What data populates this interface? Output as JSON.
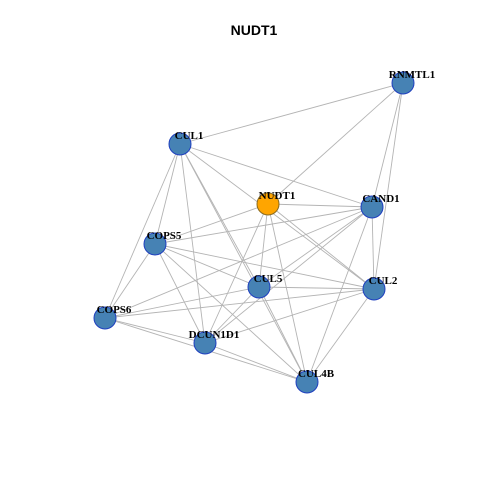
{
  "title": "NUDT1",
  "colors": {
    "background": "#ffffff",
    "edge": "#b4b4b4",
    "node_fill": "#4682b4",
    "node_stroke": "#1f3fbf",
    "center_fill": "#ffa500",
    "center_stroke": "#8a6a1f",
    "label": "#000000"
  },
  "nodes": [
    {
      "id": "RNMTL1",
      "label": "RNMTL1",
      "center": false
    },
    {
      "id": "CUL1",
      "label": "CUL1",
      "center": false
    },
    {
      "id": "NUDT1",
      "label": "NUDT1",
      "center": true
    },
    {
      "id": "CAND1",
      "label": "CAND1",
      "center": false
    },
    {
      "id": "COPS5",
      "label": "COPS5",
      "center": false
    },
    {
      "id": "CUL5",
      "label": "CUL5",
      "center": false
    },
    {
      "id": "CUL2",
      "label": "CUL2",
      "center": false
    },
    {
      "id": "COPS6",
      "label": "COPS6",
      "center": false
    },
    {
      "id": "DCUN1D1",
      "label": "DCUN1D1",
      "center": false
    },
    {
      "id": "CUL4B",
      "label": "CUL4B",
      "center": false
    }
  ],
  "edges": [
    [
      "RNMTL1",
      "CUL1"
    ],
    [
      "RNMTL1",
      "NUDT1"
    ],
    [
      "RNMTL1",
      "CAND1"
    ],
    [
      "RNMTL1",
      "CUL2"
    ],
    [
      "CUL1",
      "CAND1"
    ],
    [
      "CUL1",
      "CUL2"
    ],
    [
      "CUL1",
      "COPS5"
    ],
    [
      "CUL1",
      "COPS6"
    ],
    [
      "CUL1",
      "DCUN1D1"
    ],
    [
      "CUL1",
      "CUL5"
    ],
    [
      "CUL1",
      "CUL4B"
    ],
    [
      "NUDT1",
      "CAND1"
    ],
    [
      "NUDT1",
      "COPS5"
    ],
    [
      "NUDT1",
      "CUL5"
    ],
    [
      "NUDT1",
      "CUL2"
    ],
    [
      "NUDT1",
      "DCUN1D1"
    ],
    [
      "NUDT1",
      "CUL4B"
    ],
    [
      "CAND1",
      "COPS5"
    ],
    [
      "CAND1",
      "CUL5"
    ],
    [
      "CAND1",
      "CUL2"
    ],
    [
      "CAND1",
      "COPS6"
    ],
    [
      "CAND1",
      "DCUN1D1"
    ],
    [
      "CAND1",
      "CUL4B"
    ],
    [
      "COPS5",
      "CUL5"
    ],
    [
      "COPS5",
      "CUL2"
    ],
    [
      "COPS5",
      "COPS6"
    ],
    [
      "COPS5",
      "DCUN1D1"
    ],
    [
      "COPS5",
      "CUL4B"
    ],
    [
      "CUL5",
      "CUL2"
    ],
    [
      "CUL5",
      "COPS6"
    ],
    [
      "CUL5",
      "DCUN1D1"
    ],
    [
      "CUL5",
      "CUL4B"
    ],
    [
      "CUL2",
      "COPS6"
    ],
    [
      "CUL2",
      "DCUN1D1"
    ],
    [
      "CUL2",
      "CUL4B"
    ],
    [
      "COPS6",
      "DCUN1D1"
    ],
    [
      "COPS6",
      "CUL4B"
    ],
    [
      "DCUN1D1",
      "CUL4B"
    ]
  ]
}
